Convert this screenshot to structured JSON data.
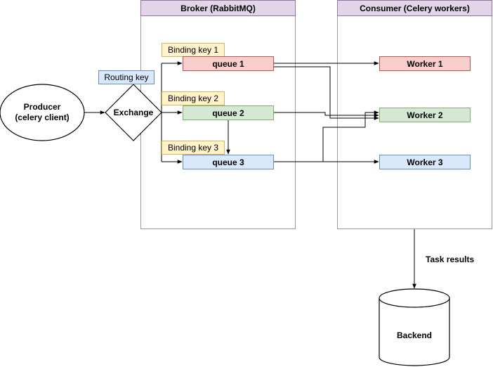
{
  "broker": {
    "title": "Broker (RabbitMQ)"
  },
  "consumer": {
    "title": "Consumer (Celery workers)"
  },
  "producer": {
    "line1": "Producer",
    "line2": "(celery client)"
  },
  "exchange": {
    "label": "Exchange"
  },
  "routing_key": {
    "label": "Routing key"
  },
  "binding_keys": [
    "Binding key 1",
    "Binding key 2",
    "Binding key 3"
  ],
  "queues": [
    "queue 1",
    "queue 2",
    "queue 3"
  ],
  "workers": [
    "Worker 1",
    "Worker 2",
    "Worker 3"
  ],
  "task_results": {
    "label": "Task results"
  },
  "backend": {
    "label": "Backend"
  },
  "colors": {
    "broker_header": "#e1d5e7",
    "binding_key": "#fff2cc",
    "routing_key": "#dae8fc",
    "queue1": "#f8cecc",
    "queue2": "#d5e8d4",
    "queue3": "#dae8fc"
  }
}
